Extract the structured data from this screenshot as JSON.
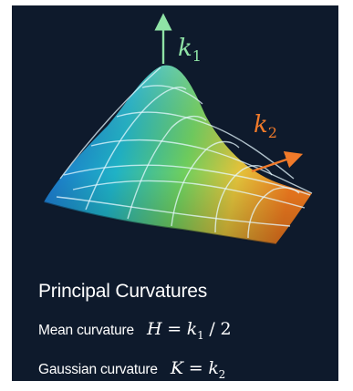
{
  "axes": {
    "k1": {
      "symbol": "k",
      "subscript": "1",
      "color": "#8fe3a6"
    },
    "k2": {
      "symbol": "k",
      "subscript": "2",
      "color": "#f07a2a"
    }
  },
  "colors": {
    "background": "#0e1a2c",
    "surface_blue": "#1b6fd1",
    "surface_teal": "#1fb8c4",
    "surface_green": "#7ccf57",
    "surface_yellow": "#e6c63a",
    "surface_orange": "#f07a1f",
    "mesh": "#dff6ff"
  },
  "caption": {
    "title": "Principal Curvatures",
    "mean_label": "Mean curvature",
    "mean_formula": {
      "lhs": "H",
      "eq": "=",
      "k": "k",
      "sub": "1",
      "rest": "/ 2"
    },
    "gauss_label": "Gaussian curvature",
    "gauss_formula": {
      "lhs": "K",
      "eq": "=",
      "k": "k",
      "sub": "2"
    }
  }
}
